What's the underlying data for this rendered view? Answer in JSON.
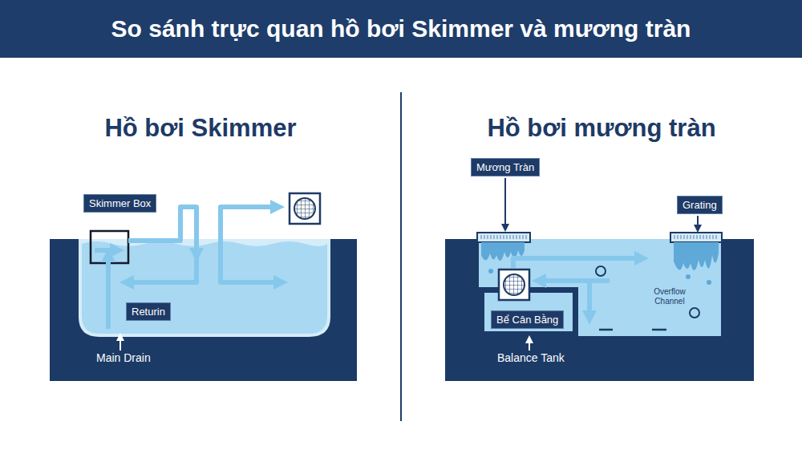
{
  "diagram": {
    "title": "So sánh trực quan hồ bơi Skimmer và mương tràn",
    "nodes": [
      {
        "text": [
          "Skimmer Box"
        ]
      },
      {
        "text": [
          "Returin"
        ]
      },
      {
        "text": [
          "Mương Tràn"
        ]
      },
      {
        "text": [
          "Grating"
        ]
      },
      {
        "text": [
          "Bể Cân Bằng"
        ]
      }
    ],
    "labels": [
      "Hồ bơi Skimmer",
      "Hồ bơi mương tràn",
      "Main Drain",
      "Overflow Channel",
      "Balance Tank"
    ]
  }
}
